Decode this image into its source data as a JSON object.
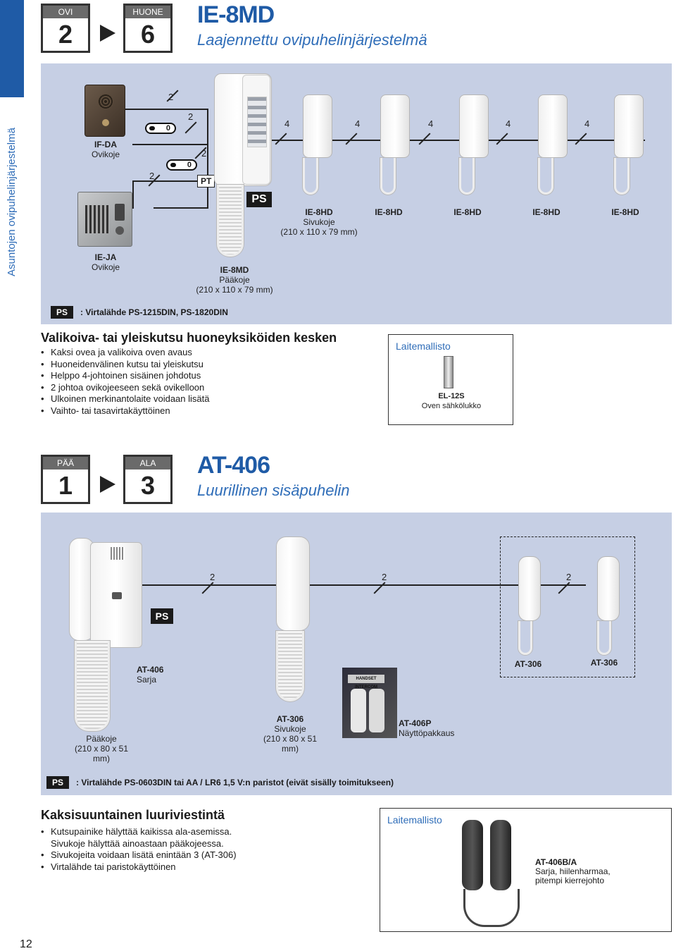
{
  "sidebar": {
    "vertical_title": "Asuntojen ovipuhelinjärjestelmä"
  },
  "product1": {
    "box_left": {
      "label": "OVI",
      "value": "2"
    },
    "box_right": {
      "label": "HUONE",
      "value": "6"
    },
    "model": "IE-8MD",
    "subtitle": "Laajennettu ovipuhelinjärjestelmä",
    "diagram": {
      "if_da": {
        "name": "IF-DA",
        "desc": "Ovikoje"
      },
      "ie_ja": {
        "name": "IE-JA",
        "desc": "Ovikoje"
      },
      "key1": "0",
      "key2": "0",
      "pt": "PT",
      "ps": "PS",
      "wire_num_2": "2",
      "wire_num_4": "4",
      "master": {
        "name": "IE-8MD",
        "desc": "Pääkoje",
        "dims": "(210 x 110 x 79 mm)"
      },
      "sub1": {
        "name": "IE-8HD",
        "desc": "Sivukoje",
        "dims": "(210 x 110 x 79 mm)"
      },
      "subs": [
        "IE-8HD",
        "IE-8HD",
        "IE-8HD",
        "IE-8HD"
      ]
    },
    "ps_badge": "PS",
    "ps_note": ": Virtalähde PS-1215DIN, PS-1820DIN",
    "features_title": "Valikoiva- tai yleiskutsu huoneyksiköiden kesken",
    "features": [
      "Kaksi ovea ja valikoiva oven avaus",
      "Huoneidenvälinen kutsu tai yleiskutsu",
      "Helppo 4-johtoinen sisäinen johdotus",
      "2 johtoa ovikojeeseen sekä ovikelloon",
      "Ulkoinen merkinantolaite voidaan lisätä",
      "Vaihto- tai tasavirtakäyttöinen"
    ],
    "accessory": {
      "title": "Laitemallisto",
      "name": "EL-12S",
      "desc": "Oven sähkölukko"
    }
  },
  "product2": {
    "box_left": {
      "label": "PÄÄ",
      "value": "1"
    },
    "box_right": {
      "label": "ALA",
      "value": "3"
    },
    "model": "AT-406",
    "subtitle": "Luurillinen sisäpuhelin",
    "diagram": {
      "wire_num": "2",
      "ps": "PS",
      "set": {
        "name": "AT-406",
        "desc": "Sarja"
      },
      "master": {
        "desc": "Pääkoje",
        "dims": "(210 x 80 x 51 mm)"
      },
      "sub": {
        "name": "AT-306",
        "desc": "Sivukoje",
        "dims": "(210 x 80 x 51 mm)"
      },
      "opt1": "AT-306",
      "opt2": "AT-306",
      "pack": {
        "name": "AT-406P",
        "desc": "Näyttöpakkaus",
        "box_text": "HANDSET INTERCOM"
      }
    },
    "ps_badge": "PS",
    "ps_note": ": Virtalähde PS-0603DIN tai AA / LR6 1,5 V:n paristot (eivät sisälly toimitukseen)",
    "features_title": "Kaksisuuntainen luuriviestintä",
    "features": [
      {
        "text": "Kutsupainike hälyttää kaikissa ala-asemissa.",
        "bullet": true
      },
      {
        "text": "Sivukoje hälyttää ainoastaan pääkojeessa.",
        "bullet": false
      },
      {
        "text": "Sivukojeita voidaan lisätä enintään 3 (AT-306)",
        "bullet": true
      },
      {
        "text": "Virtalähde tai paristokäyttöinen",
        "bullet": true
      }
    ],
    "accessory": {
      "title": "Laitemallisto",
      "name": "AT-406B/A",
      "desc1": "Sarja, hiilenharmaa,",
      "desc2": "pitempi kierrejohto"
    }
  },
  "page_number": "12",
  "colors": {
    "accent": "#1f5ba6",
    "panel": "#c6cfe4",
    "dark": "#1a1a1a"
  }
}
